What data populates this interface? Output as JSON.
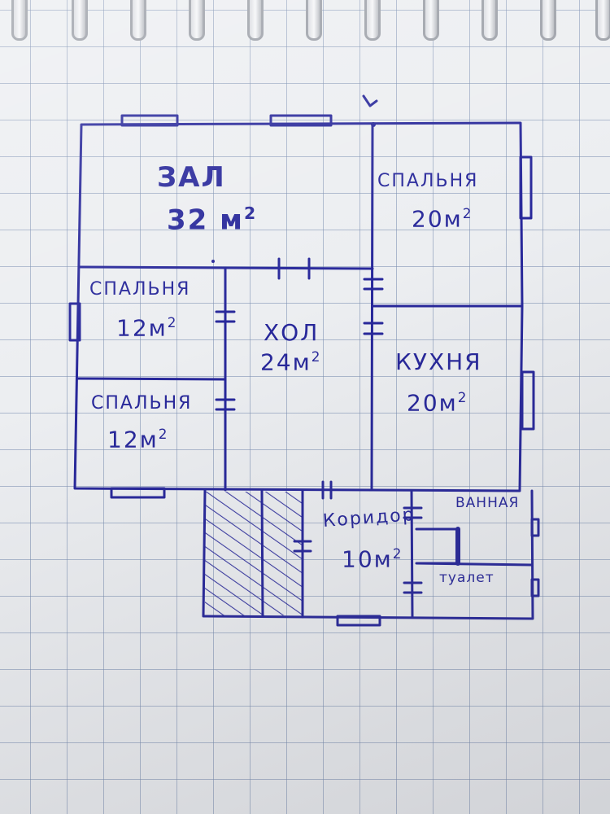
{
  "plan": {
    "ink_color": "#27279a",
    "rooms": [
      {
        "name": "ЗАЛ",
        "area": "32",
        "unit": "м"
      },
      {
        "name": "СПАЛЬНЯ",
        "area": "20",
        "unit": "м"
      },
      {
        "name": "СПАЛЬНЯ",
        "area": "12",
        "unit": "м"
      },
      {
        "name": "ХОЛ",
        "area": "24",
        "unit": "м"
      },
      {
        "name": "КУХНЯ",
        "area": "20",
        "unit": "м"
      },
      {
        "name": "СПАЛЬНЯ",
        "area": "12",
        "unit": "м"
      },
      {
        "name": "Коридор",
        "area": "10",
        "unit": "м"
      },
      {
        "name": "ВАННАЯ",
        "area": "",
        "unit": ""
      },
      {
        "name": "туалет",
        "area": "",
        "unit": ""
      }
    ],
    "exponent": "2"
  }
}
